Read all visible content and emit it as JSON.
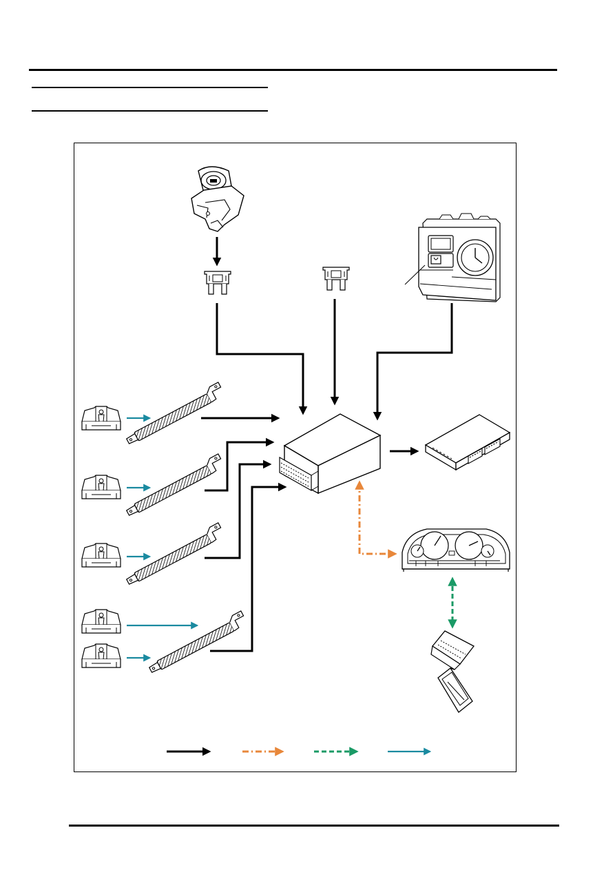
{
  "page": {
    "header_rules": [
      "main",
      "sub-1",
      "sub-2"
    ],
    "footer_rule": true
  },
  "diagram": {
    "components": [
      {
        "id": "ignition-switch",
        "icon": "ignition-switch-icon"
      },
      {
        "id": "fuse-1",
        "icon": "fuse-icon"
      },
      {
        "id": "fuse-2",
        "icon": "fuse-icon"
      },
      {
        "id": "tpms-switch-panel",
        "icon": "switch-panel-icon"
      },
      {
        "id": "tpms-ecu",
        "icon": "ecu-box-icon"
      },
      {
        "id": "body-control-module",
        "icon": "module-icon"
      },
      {
        "id": "instrument-pack",
        "icon": "instrument-cluster-icon"
      },
      {
        "id": "diagnostic-socket",
        "icon": "diagnostic-connector-icon"
      },
      {
        "id": "wheel-sensor-1",
        "icon": "tyre-pressure-sensor-icon"
      },
      {
        "id": "wheel-sensor-2",
        "icon": "tyre-pressure-sensor-icon"
      },
      {
        "id": "wheel-sensor-3",
        "icon": "tyre-pressure-sensor-icon"
      },
      {
        "id": "wheel-sensor-4",
        "icon": "tyre-pressure-sensor-icon"
      },
      {
        "id": "wheel-sensor-5",
        "icon": "tyre-pressure-sensor-icon"
      },
      {
        "id": "antenna-1",
        "icon": "antenna-icon"
      },
      {
        "id": "antenna-2",
        "icon": "antenna-icon"
      },
      {
        "id": "antenna-3",
        "icon": "antenna-icon"
      },
      {
        "id": "antenna-4",
        "icon": "antenna-icon"
      }
    ],
    "legend": [
      {
        "style": "solid",
        "color": "#000000"
      },
      {
        "style": "dash-dot",
        "color": "#e8873a"
      },
      {
        "style": "dashed",
        "color": "#1a9a66"
      },
      {
        "style": "solid-arrow",
        "color": "#1a8aa0"
      }
    ],
    "colors": {
      "hardwired": "#000000",
      "can_bus": "#e8873a",
      "diagnostic": "#1a9a66",
      "rf_transmission": "#1a8aa0"
    }
  }
}
